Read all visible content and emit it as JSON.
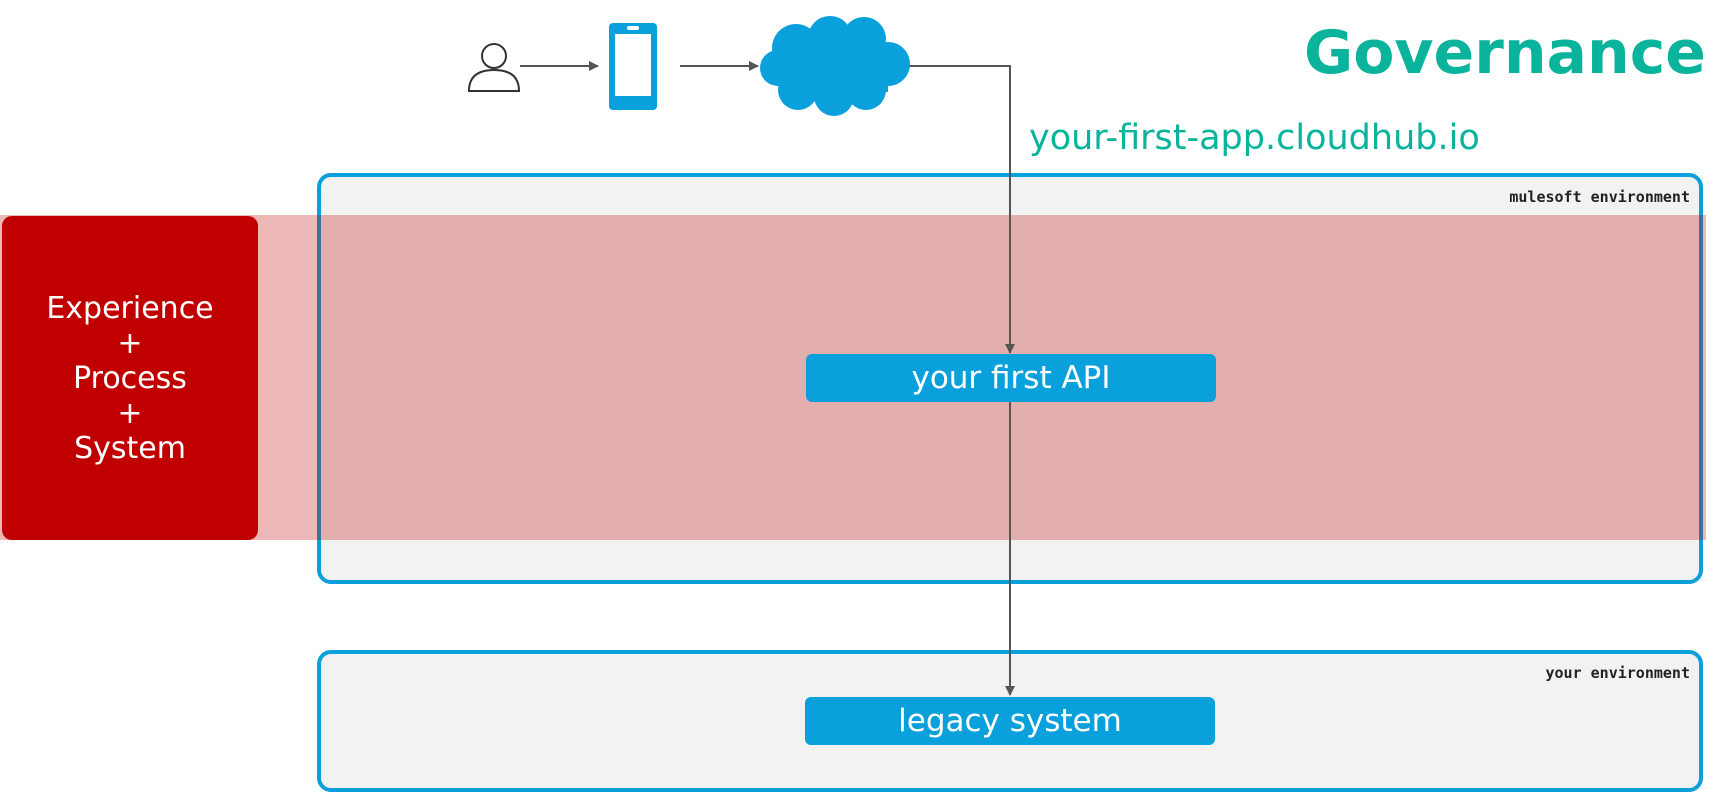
{
  "title": "Governance",
  "url": "your-first-app.cloudhub.io",
  "layer_label": "Experience\n+\nProcess\n+\nSystem",
  "environments": {
    "mulesoft": "mulesoft environment",
    "yours": "your environment"
  },
  "nodes": {
    "api": "your first API",
    "legacy": "legacy system"
  },
  "icons": [
    "user-icon",
    "mobile-phone-icon",
    "cloud-icon"
  ],
  "colors": {
    "accent_blue": "#0aa0dc",
    "title_green": "#0ab39b",
    "layer_red": "#c00000",
    "env_gray": "#f2f2f2"
  }
}
